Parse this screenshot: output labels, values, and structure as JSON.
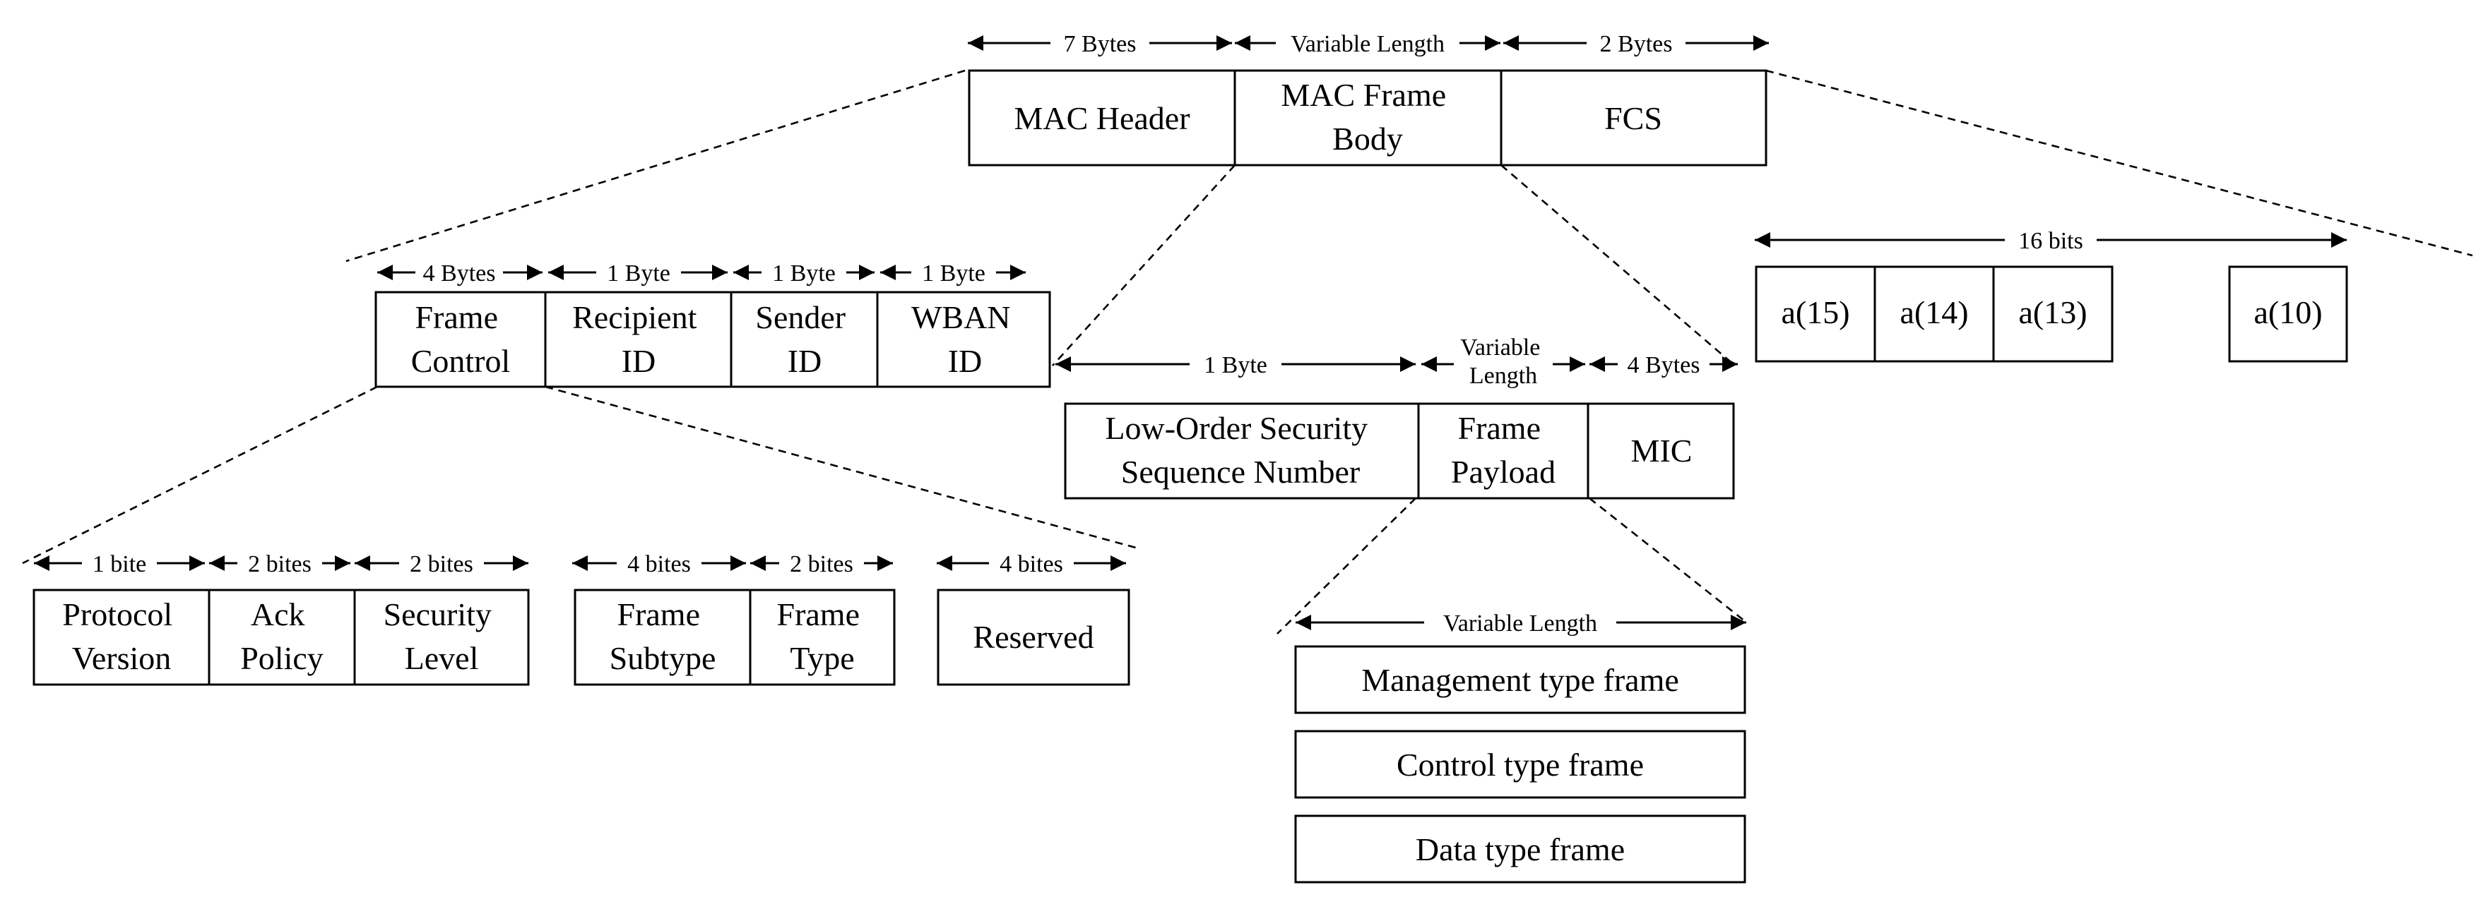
{
  "mac_frame": {
    "dims": [
      "7 Bytes",
      "Variable Length",
      "2 Bytes"
    ],
    "fields": [
      [
        "MAC Header"
      ],
      [
        "MAC Frame",
        "Body"
      ],
      [
        "FCS"
      ]
    ]
  },
  "mac_header": {
    "dims": [
      "4 Bytes",
      "1 Byte",
      "1 Byte",
      "1 Byte"
    ],
    "fields": [
      [
        "Frame",
        "Control"
      ],
      [
        "Recipient",
        "ID"
      ],
      [
        "Sender",
        "ID"
      ],
      [
        "WBAN",
        "ID"
      ]
    ]
  },
  "frame_control": {
    "dims": [
      "1 bite",
      "2 bites",
      "2 bites",
      "4 bites",
      "2 bites",
      "4 bites"
    ],
    "fields": [
      [
        "Protocol",
        "Version"
      ],
      [
        "Ack",
        "Policy"
      ],
      [
        "Security",
        "Level"
      ],
      [
        "Frame",
        "Subtype"
      ],
      [
        "Frame",
        "Type"
      ],
      [
        "Reserved"
      ]
    ]
  },
  "frame_body": {
    "dims": [
      [
        "1 Byte"
      ],
      [
        "Variable",
        "Length"
      ],
      [
        "4 Bytes"
      ]
    ],
    "fields": [
      [
        "Low-Order Security",
        "Sequence Number"
      ],
      [
        "Frame",
        "Payload"
      ],
      [
        "MIC"
      ]
    ]
  },
  "frame_payload": {
    "dim": "Variable Length",
    "types": [
      "Management type frame",
      "Control type frame",
      "Data type frame"
    ]
  },
  "fcs": {
    "dim": "16 bits",
    "bits": [
      "a(15)",
      "a(14)",
      "a(13)",
      "a(10)"
    ]
  }
}
